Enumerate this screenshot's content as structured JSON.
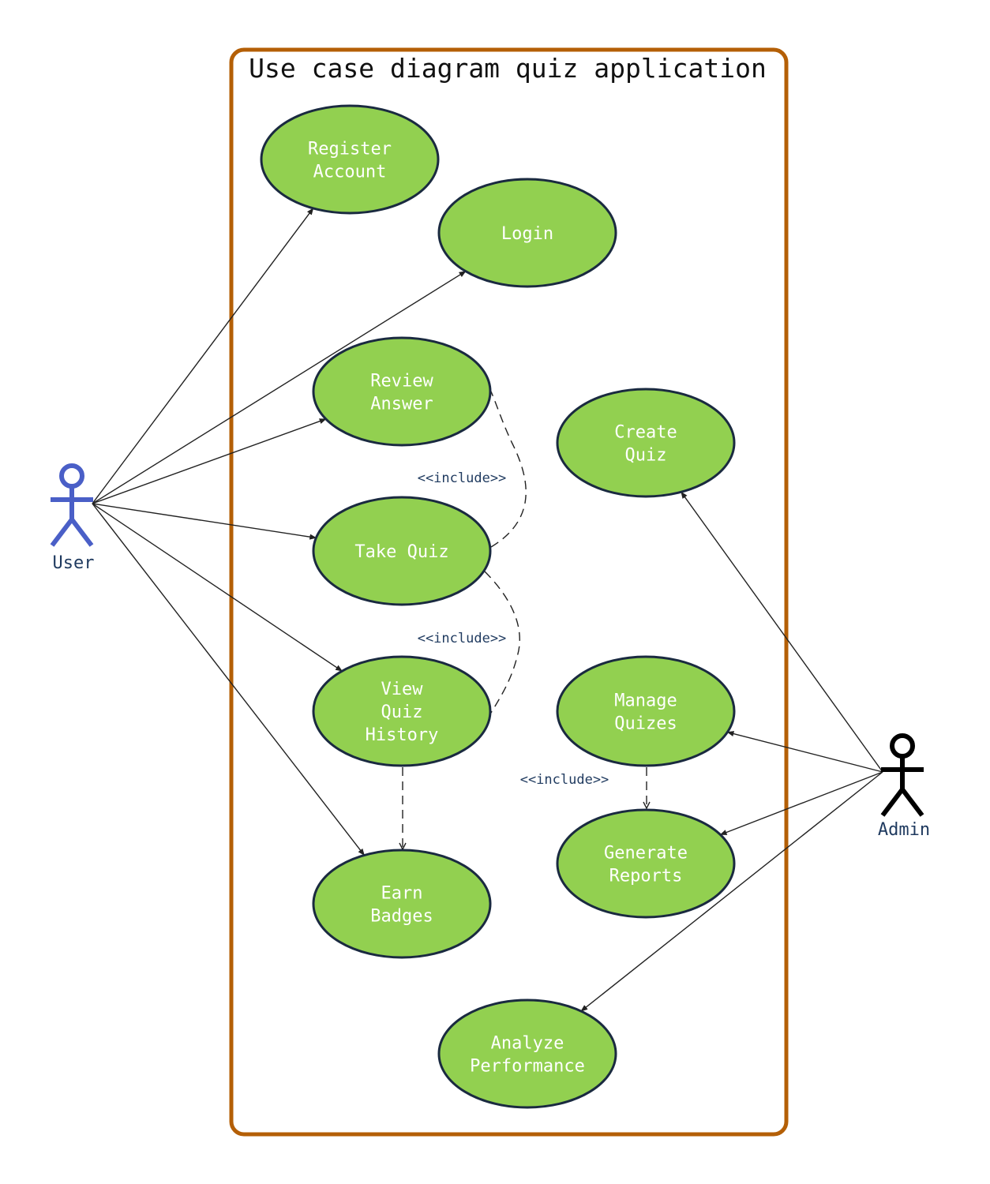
{
  "system": {
    "title": "Use case diagram quiz application"
  },
  "colors": {
    "boundary": "#b45f06",
    "usecase_fill": "#92d050",
    "usecase_stroke": "#1a2a40",
    "user_actor": "#4a5fc7",
    "admin_actor": "#000000",
    "edge": "#222222",
    "include_text": "#1f3a5f"
  },
  "actors": {
    "user": {
      "label": "User"
    },
    "admin": {
      "label": "Admin"
    }
  },
  "use_cases": {
    "register_account": {
      "lines": [
        "Register",
        "Account"
      ]
    },
    "login": {
      "lines": [
        "Login"
      ]
    },
    "review_answer": {
      "lines": [
        "Review",
        "Answer"
      ]
    },
    "take_quiz": {
      "lines": [
        "Take Quiz"
      ]
    },
    "view_quiz_history": {
      "lines": [
        "View",
        "Quiz",
        "History"
      ]
    },
    "earn_badges": {
      "lines": [
        "Earn",
        "Badges"
      ]
    },
    "create_quiz": {
      "lines": [
        "Create",
        "Quiz"
      ]
    },
    "manage_quizes": {
      "lines": [
        "Manage",
        "Quizes"
      ]
    },
    "generate_reports": {
      "lines": [
        "Generate",
        "Reports"
      ]
    },
    "analyze_performance": {
      "lines": [
        "Analyze",
        "Performance"
      ]
    }
  },
  "associations": [
    {
      "from": "user",
      "to": "register_account"
    },
    {
      "from": "user",
      "to": "login"
    },
    {
      "from": "user",
      "to": "review_answer"
    },
    {
      "from": "user",
      "to": "take_quiz"
    },
    {
      "from": "user",
      "to": "view_quiz_history"
    },
    {
      "from": "user",
      "to": "earn_badges"
    },
    {
      "from": "admin",
      "to": "create_quiz"
    },
    {
      "from": "admin",
      "to": "manage_quizes"
    },
    {
      "from": "admin",
      "to": "generate_reports"
    },
    {
      "from": "admin",
      "to": "analyze_performance"
    }
  ],
  "includes": [
    {
      "from": "take_quiz",
      "to": "review_answer",
      "label": "<<include>>"
    },
    {
      "from": "take_quiz",
      "to": "view_quiz_history",
      "label": "<<include>>"
    },
    {
      "from": "manage_quizes",
      "to": "generate_reports",
      "label": "<<include>>"
    },
    {
      "from": "view_quiz_history",
      "to": "earn_badges",
      "label": ""
    }
  ]
}
